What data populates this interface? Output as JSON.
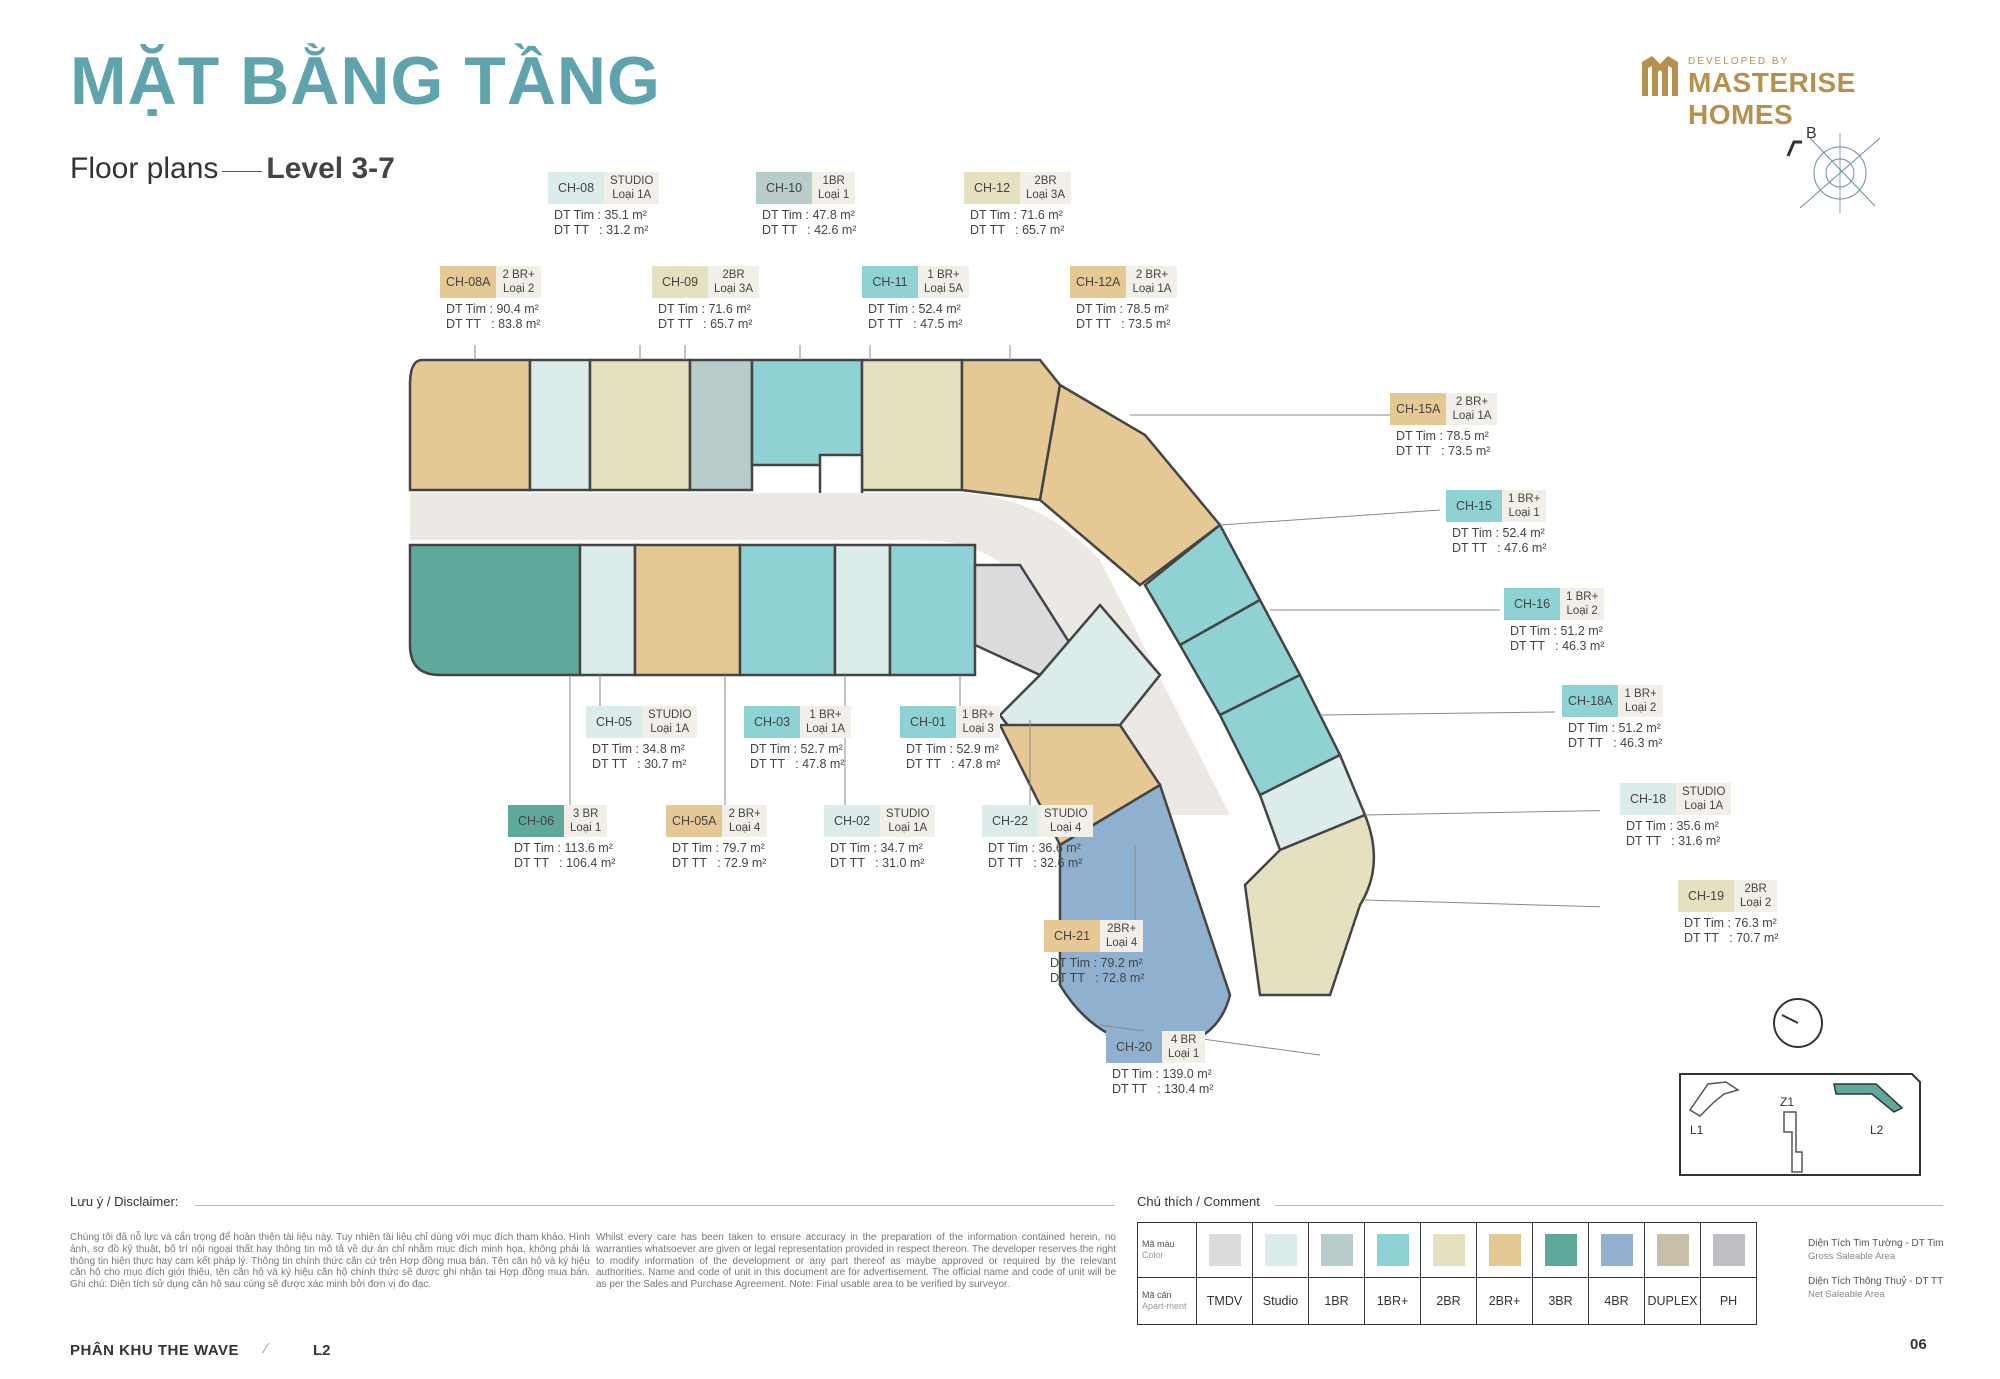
{
  "header": {
    "title": "MẶT BẰNG TẦNG",
    "subtitle": "Floor plans",
    "level": "Level 3-7"
  },
  "brand": {
    "developed_by": "DEVELOPED BY",
    "name": "MASTERISE HOMES",
    "color": "#b8904e"
  },
  "compass_label": "B",
  "colors": {
    "TMDV": "#d9dbdd",
    "Studio": "#dceceb",
    "1BR": "#b9cccc",
    "1BR+": "#8fd2d3",
    "2BR": "#e5e0c0",
    "2BR+": "#e6c894",
    "3BR": "#5fa89c",
    "4BR": "#8fb1cf",
    "DUPLEX": "#c7bfa8",
    "PH": "#bdbfc2"
  },
  "units": [
    {
      "code": "CH-08",
      "type": "STUDIO",
      "layout": "Loại 1A",
      "gross": "DT Tim : 35.1 m²",
      "net": "DT TT   : 31.2 m²"
    },
    {
      "code": "CH-10",
      "type": "1BR",
      "layout": "Loại 1",
      "gross": "DT Tim : 47.8 m²",
      "net": "DT TT   : 42.6 m²"
    },
    {
      "code": "CH-12",
      "type": "2BR",
      "layout": "Loại 3A",
      "gross": "DT Tim : 71.6 m²",
      "net": "DT TT   : 65.7 m²"
    },
    {
      "code": "CH-08A",
      "type": "2 BR+",
      "layout": "Loại 2",
      "gross": "DT Tim : 90.4 m²",
      "net": "DT TT   : 83.8 m²"
    },
    {
      "code": "CH-09",
      "type": "2BR",
      "layout": "Loại 3A",
      "gross": "DT Tim : 71.6 m²",
      "net": "DT TT   : 65.7 m²"
    },
    {
      "code": "CH-11",
      "type": "1 BR+",
      "layout": "Loại 5A",
      "gross": "DT Tim : 52.4 m²",
      "net": "DT TT   : 47.5 m²"
    },
    {
      "code": "CH-12A",
      "type": "2 BR+",
      "layout": "Loại 1A",
      "gross": "DT Tim : 78.5 m²",
      "net": "DT TT   : 73.5 m²"
    },
    {
      "code": "CH-15A",
      "type": "2 BR+",
      "layout": "Loại 1A",
      "gross": "DT Tim : 78.5 m²",
      "net": "DT TT   : 73.5 m²"
    },
    {
      "code": "CH-15",
      "type": "1 BR+",
      "layout": "Loại 1",
      "gross": "DT Tim : 52.4 m²",
      "net": "DT TT   : 47.6 m²"
    },
    {
      "code": "CH-16",
      "type": "1 BR+",
      "layout": "Loại 2",
      "gross": "DT Tim : 51.2 m²",
      "net": "DT TT   : 46.3 m²"
    },
    {
      "code": "CH-18A",
      "type": "1 BR+",
      "layout": "Loại 2",
      "gross": "DT Tim : 51.2 m²",
      "net": "DT TT   : 46.3 m²"
    },
    {
      "code": "CH-18",
      "type": "STUDIO",
      "layout": "Loại 1A",
      "gross": "DT Tim : 35.6 m²",
      "net": "DT TT   : 31.6 m²"
    },
    {
      "code": "CH-19",
      "type": "2BR",
      "layout": "Loại 2",
      "gross": "DT Tim : 76.3 m²",
      "net": "DT TT   : 70.7 m²"
    },
    {
      "code": "CH-05",
      "type": "STUDIO",
      "layout": "Loại 1A",
      "gross": "DT Tim : 34.8 m²",
      "net": "DT TT   : 30.7 m²"
    },
    {
      "code": "CH-03",
      "type": "1 BR+",
      "layout": "Loại 1A",
      "gross": "DT Tim : 52.7 m²",
      "net": "DT TT   : 47.8 m²"
    },
    {
      "code": "CH-01",
      "type": "1 BR+",
      "layout": "Loại 3",
      "gross": "DT Tim : 52.9 m²",
      "net": "DT TT   : 47.8 m²"
    },
    {
      "code": "CH-06",
      "type": "3 BR",
      "layout": "Loại 1",
      "gross": "DT Tim : 113.6 m²",
      "net": "DT TT   : 106.4 m²"
    },
    {
      "code": "CH-05A",
      "type": "2 BR+",
      "layout": "Loại 4",
      "gross": "DT Tim : 79.7 m²",
      "net": "DT TT   : 72.9 m²"
    },
    {
      "code": "CH-02",
      "type": "STUDIO",
      "layout": "Loại 1A",
      "gross": "DT Tim : 34.7 m²",
      "net": "DT TT   : 31.0 m²"
    },
    {
      "code": "CH-22",
      "type": "STUDIO",
      "layout": "Loại 4",
      "gross": "DT Tim : 36.6 m²",
      "net": "DT TT   : 32.6 m²"
    },
    {
      "code": "CH-21",
      "type": "2BR+",
      "layout": "Loại 4",
      "gross": "DT Tim : 79.2 m²",
      "net": "DT TT   : 72.8 m²"
    },
    {
      "code": "CH-20",
      "type": "4 BR",
      "layout": "Loại 1",
      "gross": "DT Tim : 139.0 m²",
      "net": "DT TT   : 130.4 m²"
    }
  ],
  "keymap": {
    "l1": "L1",
    "z1": "Z1",
    "l2": "L2"
  },
  "disclaimer": {
    "label": "Lưu ý / Disclaimer:",
    "vn": "Chúng tôi đã nỗ lực và cẩn trọng để hoàn thiện tài liệu này. Tuy nhiên tài liệu chỉ dùng với mục đích tham khảo. Hình ảnh, sơ đồ kỹ thuật, bố trí nội ngoại thất hay thông tin mô tả về dự án chỉ nhằm mục đích minh họa, không phải là thông tin hiện thực hay cam kết pháp lý. Thông tin chính thức căn cứ trên Hợp đồng mua bán. Tên căn hộ và ký hiệu căn hộ cho mục đích giới thiệu, tên căn hộ và ký hiệu căn hộ chính thức sẽ được ghi nhận tại Hợp đồng mua bán. Ghi chú: Diện tích sử dụng căn hộ sau cùng sẽ được xác minh bởi đơn vị đo đạc.",
    "en": "Whilst every care has been taken to ensure accuracy in the preparation of the information contained herein, no warranties whatsoever are given or legal representation provided in respect thereon. The developer reserves the right to modify information of the development or any part thereof as maybe approved or required by the relevant authorities. Name and code of unit in this document are for advertisement. The official name and code of unit will be as per the Sales and Purchase Agreement. Note: Final usable area to be verified by surveyor."
  },
  "comment": {
    "label": "Chú thích / Comment",
    "row1_vn": "Mã màu",
    "row1_en": "Color",
    "row2_vn": "Mã căn",
    "row2_en": "Apart-ment",
    "types": [
      "TMDV",
      "Studio",
      "1BR",
      "1BR+",
      "2BR",
      "2BR+",
      "3BR",
      "4BR",
      "DUPLEX",
      "PH"
    ]
  },
  "area_note": {
    "gross_vn": "Diện Tích Tim Tường - DT Tim",
    "gross_en": "Gross Saleable Area",
    "net_vn": "Diện Tích Thông Thuỷ - DT TT",
    "net_en": "Net Saleable Area"
  },
  "footer": {
    "zone": "PHÂN KHU THE WAVE",
    "slash": "⁄",
    "level": "L2",
    "page": "06"
  }
}
